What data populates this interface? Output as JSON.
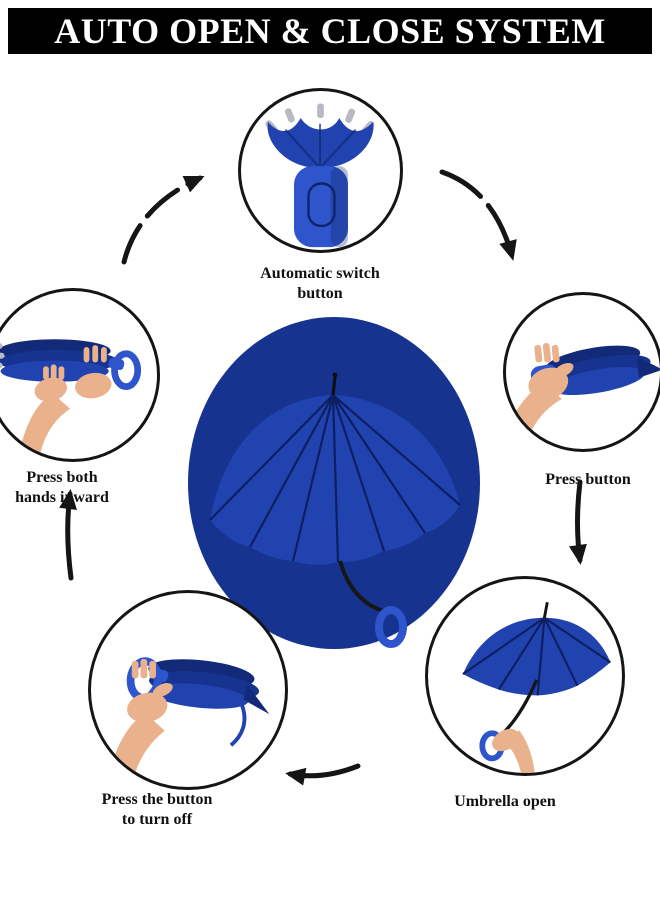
{
  "banner": {
    "title": "AUTO OPEN & CLOSE SYSTEM"
  },
  "steps": [
    {
      "name": "automatic-switch-button",
      "lines": [
        "Automatic switch",
        "button"
      ]
    },
    {
      "name": "press-button",
      "lines": [
        "Press button"
      ]
    },
    {
      "name": "umbrella-open",
      "lines": [
        "Umbrella open"
      ]
    },
    {
      "name": "press-the-button-to-turn-off",
      "lines": [
        "Press the button",
        "to turn off"
      ]
    },
    {
      "name": "press-both-hands-inward",
      "lines": [
        "Press both",
        "hands inward"
      ]
    }
  ],
  "colors": {
    "banner_bg": "#000000",
    "banner_text": "#ffffff",
    "page_bg": "#ffffff",
    "umbrella_blue": "#2143b0",
    "umbrella_blue_mid": "#16338f",
    "umbrella_blue_dark": "#122a78",
    "umbrella_blue_light": "#2e55cc",
    "metal_gray": "#b6bac3",
    "hand_skin": "#e9b18c",
    "arrow_black": "#151515",
    "circle_stroke": "#151515",
    "caption_text": "#111111"
  }
}
